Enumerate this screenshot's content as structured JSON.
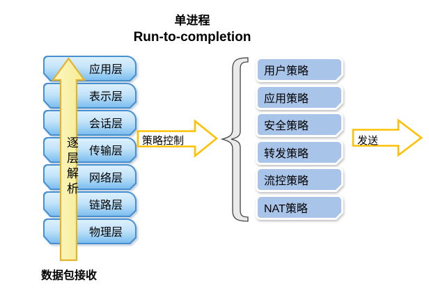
{
  "title": {
    "line1": "单进程",
    "line2": "Run-to-completion"
  },
  "left_stack": {
    "layers": [
      "应用层",
      "表示层",
      "会话层",
      "传输层",
      "网络层",
      "链路层",
      "物理层"
    ]
  },
  "up_arrow_label": "逐层解析",
  "receive_label": "数据包接收",
  "policy_arrow_label": "策略控制",
  "send_arrow_label": "发送",
  "policy_stack": {
    "items": [
      "用户策略",
      "应用策略",
      "安全策略",
      "转发策略",
      "流控策略",
      "NAT策略"
    ]
  },
  "colors": {
    "layer_box_border": "#4690D2",
    "layer_box_fill_top": "#DCF0FD",
    "layer_box_fill_bottom": "#7EBEEF",
    "policy_box_fill": "#A9C4E9",
    "policy_box_border": "#FFFFFF",
    "big_arrow_fill": "#FAF2A2",
    "big_arrow_border": "#E3B32C",
    "outline_arrow_fill": "#FFFFFF",
    "outline_arrow_border": "#FFC000",
    "brace_fill": "#EAEAEA",
    "brace_edge": "#404040",
    "text": "#000000"
  }
}
